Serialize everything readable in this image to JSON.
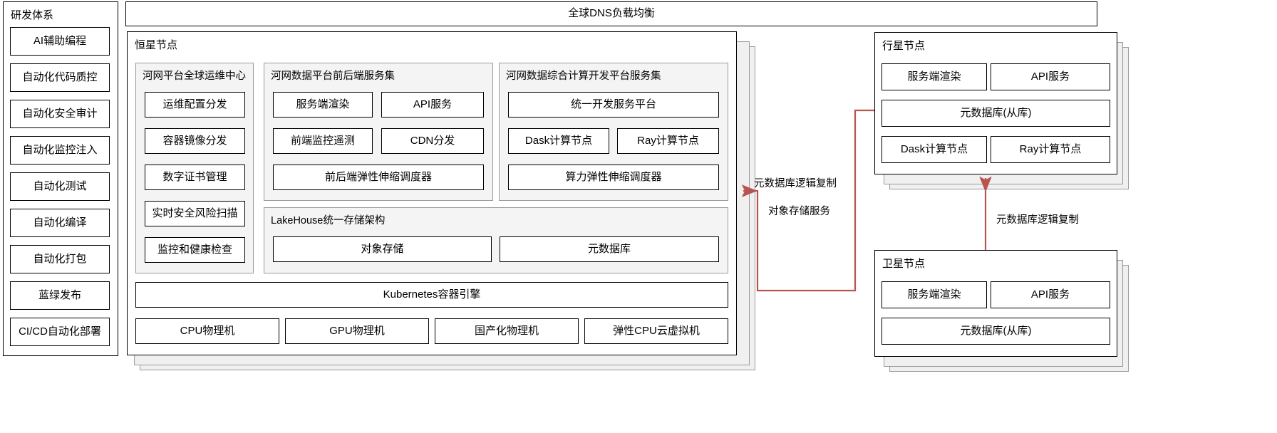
{
  "diagram": {
    "title_bar": {
      "label": "全球DNS负载均衡"
    },
    "sidebar": {
      "title": "研发体系",
      "items": [
        {
          "label": "AI辅助编程"
        },
        {
          "label": "自动化代码质控"
        },
        {
          "label": "自动化安全审计"
        },
        {
          "label": "自动化监控注入"
        },
        {
          "label": "自动化测试"
        },
        {
          "label": "自动化编译"
        },
        {
          "label": "自动化打包"
        },
        {
          "label": "蓝绿发布"
        },
        {
          "label": "CI/CD自动化部署"
        }
      ]
    },
    "star_node": {
      "title": "恒星节点",
      "ops_center": {
        "title": "河网平台全球运维中心",
        "items": [
          {
            "label": "运维配置分发"
          },
          {
            "label": "容器镜像分发"
          },
          {
            "label": "数字证书管理"
          },
          {
            "label": "实时安全风险扫描"
          },
          {
            "label": "监控和健康检查"
          }
        ]
      },
      "fe_be_services": {
        "title": "河网数据平台前后端服务集",
        "row1": [
          {
            "label": "服务端渲染"
          },
          {
            "label": "API服务"
          }
        ],
        "row2": [
          {
            "label": "前端监控遥测"
          },
          {
            "label": "CDN分发"
          }
        ],
        "row3": [
          {
            "label": "前后端弹性伸缩调度器"
          }
        ]
      },
      "compute_platform": {
        "title": "河网数据综合计算开发平台服务集",
        "row1": [
          {
            "label": "统一开发服务平台"
          }
        ],
        "row2": [
          {
            "label": "Dask计算节点"
          },
          {
            "label": "Ray计算节点"
          }
        ],
        "row3": [
          {
            "label": "算力弹性伸缩调度器"
          }
        ]
      },
      "lakehouse": {
        "title": "LakeHouse统一存储架构",
        "items": [
          {
            "label": "对象存储"
          },
          {
            "label": "元数据库"
          }
        ]
      },
      "k8s": {
        "label": "Kubernetes容器引擎"
      },
      "infra": [
        {
          "label": "CPU物理机"
        },
        {
          "label": "GPU物理机"
        },
        {
          "label": "国产化物理机"
        },
        {
          "label": "弹性CPU云虚拟机"
        }
      ]
    },
    "planet_node": {
      "title": "行星节点",
      "row1": [
        {
          "label": "服务端渲染"
        },
        {
          "label": "API服务"
        }
      ],
      "row2": [
        {
          "label": "元数据库(从库)"
        }
      ],
      "row3": [
        {
          "label": "Dask计算节点"
        },
        {
          "label": "Ray计算节点"
        }
      ]
    },
    "satellite_node": {
      "title": "卫星节点",
      "row1": [
        {
          "label": "服务端渲染"
        },
        {
          "label": "API服务"
        }
      ],
      "row2": [
        {
          "label": "元数据库(从库)"
        }
      ]
    },
    "connectors": [
      {
        "label": "元数据库逻辑复制"
      },
      {
        "label": "对象存储服务"
      },
      {
        "label": "元数据库逻辑复制"
      }
    ],
    "colors": {
      "connector": "#b85450",
      "group_border": "#9a9a9a",
      "group_fill": "#f4f4f4",
      "stack_fill": "#f0f0f0"
    }
  }
}
